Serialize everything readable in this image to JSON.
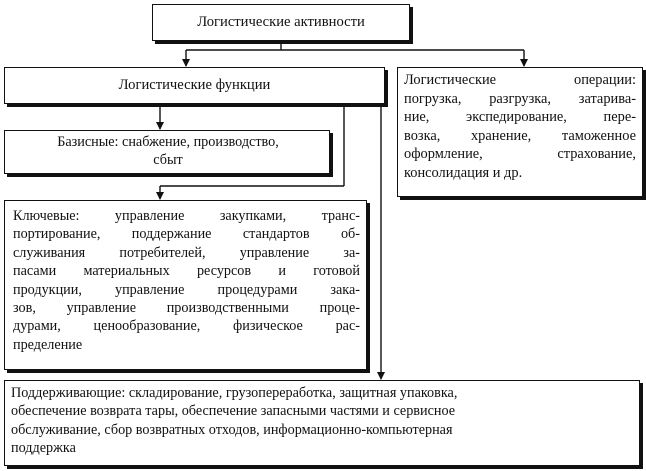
{
  "activities": {
    "title": "Логистические активности"
  },
  "functions": {
    "title": "Логистические функции"
  },
  "operations": {
    "lines": [
      "Логистические операции:",
      "погрузка, разгрузка, затарива-",
      "ние, экспедирование, пере-",
      "возка, хранение, таможенное",
      "оформление, страхование,",
      "консолидация и др."
    ]
  },
  "basic": {
    "lines": [
      "Базисные: снабжение, производство,",
      "сбыт"
    ]
  },
  "key": {
    "lines": [
      "Ключевые: управление закупками, транс-",
      "портирование, поддержание стандартов об-",
      "служивания потребителей, управление за-",
      "пасами материальных ресурсов и готовой",
      "продукции, управление процедурами зака-",
      "зов, управление производственными проце-",
      "дурами, ценообразование, физическое рас-",
      "пределение"
    ]
  },
  "support": {
    "lines": [
      "Поддерживающие: складирование, грузопереработка, защитная упаковка,",
      "обеспечение возврата тары, обеспечение запасными частями и сервисное",
      "обслуживание, сбор возвратных отходов, информационно-компьютерная",
      "поддержка"
    ]
  }
}
